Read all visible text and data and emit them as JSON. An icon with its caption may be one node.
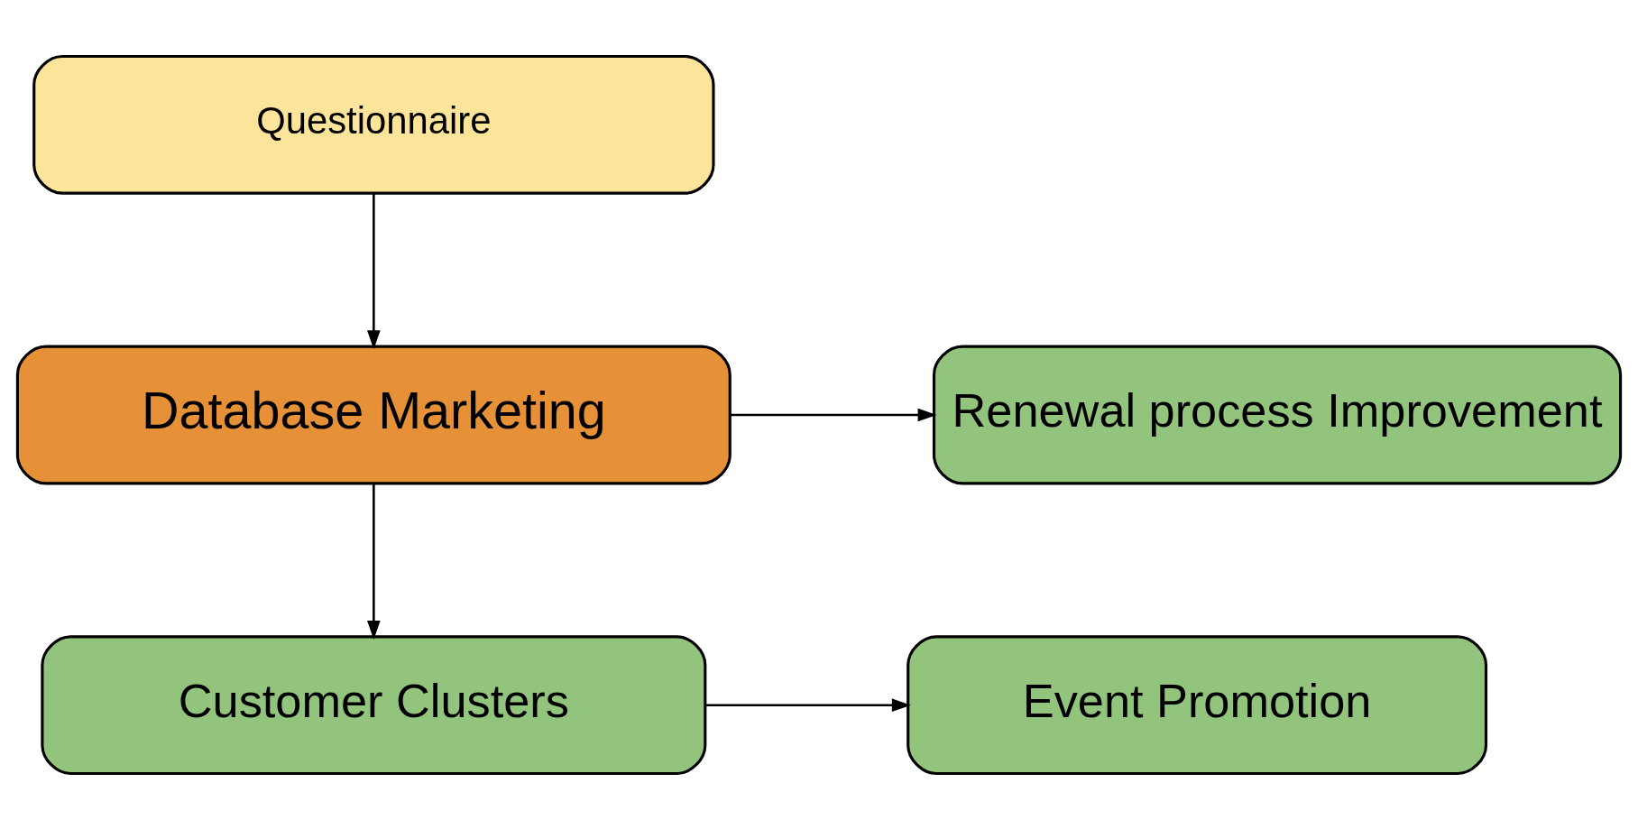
{
  "diagram": {
    "nodes": [
      {
        "text": [
          "Questionnaire"
        ]
      },
      {
        "text": [
          "Renewal process Improvement"
        ]
      },
      {
        "text": [
          "Database Marketing"
        ]
      },
      {
        "text": [
          "Customer Clusters"
        ]
      },
      {
        "text": [
          "Event Promotion"
        ]
      }
    ],
    "edges": [
      {
        "from": 0,
        "to": 2,
        "arrow": "to"
      },
      {
        "from": 2,
        "to": 1,
        "arrow": "to"
      },
      {
        "from": 2,
        "to": 3,
        "arrow": "to"
      },
      {
        "from": 3,
        "to": 4,
        "arrow": "to"
      }
    ]
  }
}
